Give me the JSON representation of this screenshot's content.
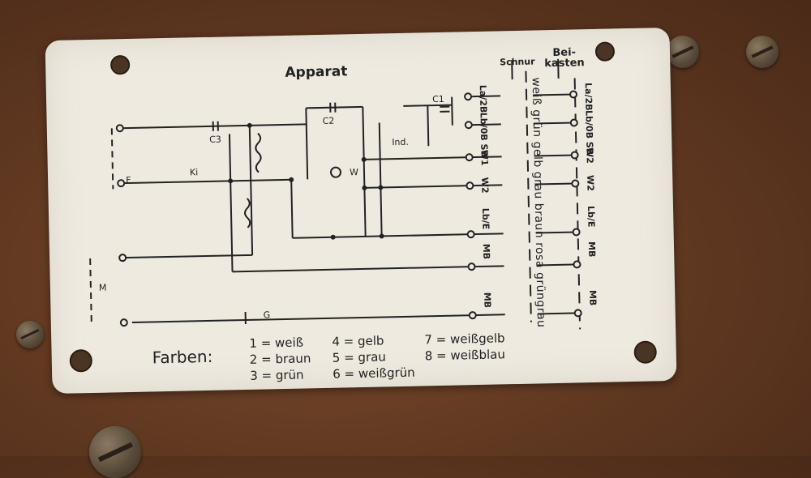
{
  "plate": {
    "title": "Apparat",
    "header_schnur": "Schnur",
    "header_beikasten_1": "Bei-",
    "header_beikasten_2": "kasten",
    "wire_colors_vertical": "weiß grün gelb grau braun rosa grüngrau",
    "legend_title": "Farben:",
    "legend": [
      "1 = weiß",
      "2 = braun",
      "3 = grün",
      "4 = gelb",
      "5 = grau",
      "6 = weißgrün",
      "7 = weißgelb",
      "8 = weißblau"
    ],
    "terminals_left": [
      "La/2B",
      "Lb/0B SB",
      "W1",
      "W2",
      "Lb/E",
      "MB",
      "MB"
    ],
    "terminals_right": [
      "La/2B",
      "Lb/0B SB",
      "W2",
      "W2",
      "Lb/E",
      "MB",
      "MB"
    ],
    "labels": {
      "c2": "C2",
      "c3": "C3",
      "c1": "C1",
      "ind": "Ind.",
      "w": "W",
      "g": "G",
      "m": "M",
      "f": "F",
      "ki": "Ki"
    }
  },
  "colors": {
    "plate": "#efeae0",
    "ink": "#222222",
    "wood": "#5e3720"
  }
}
